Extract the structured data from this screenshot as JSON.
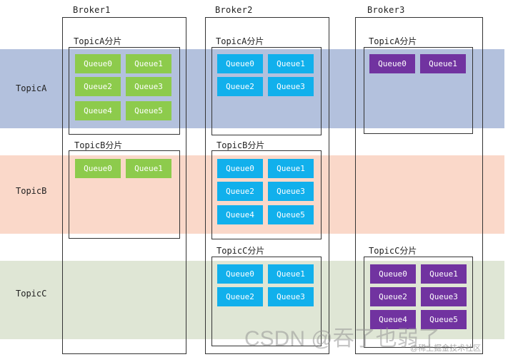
{
  "colors": {
    "topicA_band": "#b3c1dd",
    "topicB_band": "#fad8c9",
    "topicC_band": "#dfe6d5",
    "queue_green": "#8dcb4c",
    "queue_blue": "#11b0ec",
    "queue_purple": "#7133a0"
  },
  "bands": {
    "topicA": "TopicA",
    "topicB": "TopicB",
    "topicC": "TopicC"
  },
  "brokers": {
    "b1": "Broker1",
    "b2": "Broker2",
    "b3": "Broker3"
  },
  "shards": {
    "b1_topicA": {
      "title": "TopicA分片",
      "queues": [
        "Queue0",
        "Queue1",
        "Queue2",
        "Queue3",
        "Queue4",
        "Queue5"
      ]
    },
    "b1_topicB": {
      "title": "TopicB分片",
      "queues": [
        "Queue0",
        "Queue1"
      ]
    },
    "b2_topicA": {
      "title": "TopicA分片",
      "queues": [
        "Queue0",
        "Queue1",
        "Queue2",
        "Queue3"
      ]
    },
    "b2_topicB": {
      "title": "TopicB分片",
      "queues": [
        "Queue0",
        "Queue1",
        "Queue2",
        "Queue3",
        "Queue4",
        "Queue5"
      ]
    },
    "b2_topicC": {
      "title": "TopicC分片",
      "queues": [
        "Queue0",
        "Queue1",
        "Queue2",
        "Queue3"
      ]
    },
    "b3_topicA": {
      "title": "TopicA分片",
      "queues": [
        "Queue0",
        "Queue1"
      ]
    },
    "b3_topicC": {
      "title": "TopicC分片",
      "queues": [
        "Queue0",
        "Queue1",
        "Queue2",
        "Queue3",
        "Queue4",
        "Queue5"
      ]
    }
  },
  "watermark": {
    "main": "CSDN @吞了也弱了",
    "sub": "@稀土掘金技术社区"
  }
}
